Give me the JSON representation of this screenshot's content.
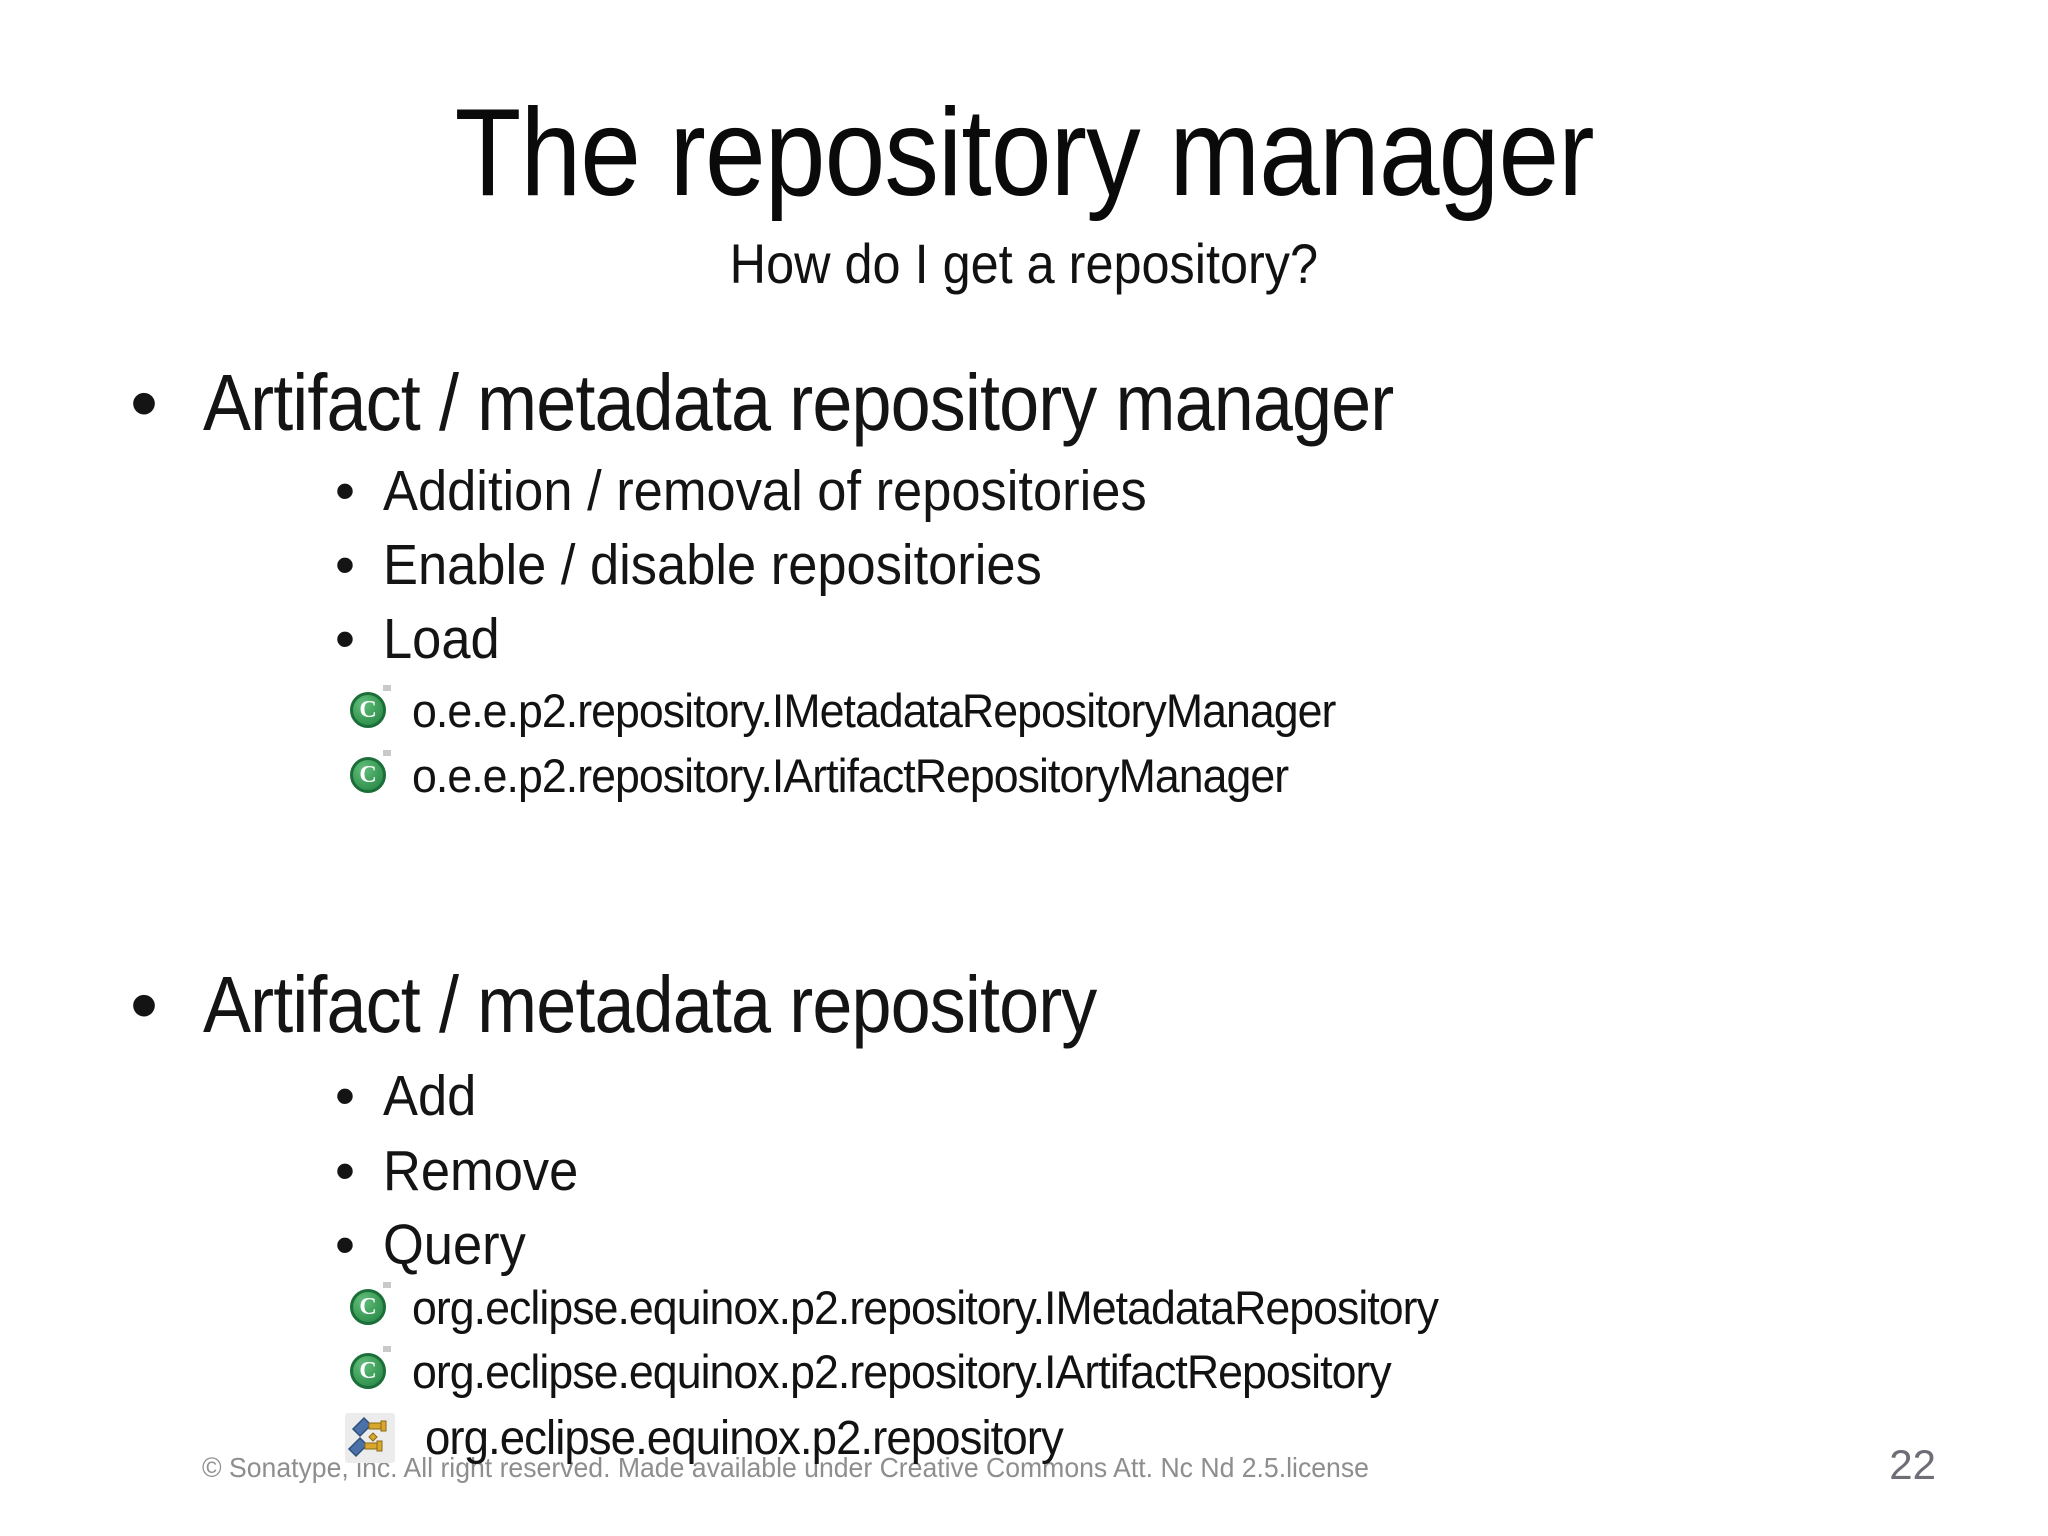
{
  "slide": {
    "title": "The repository manager",
    "subtitle": "How do I get a repository?",
    "bullet_char": "•",
    "class_icon_glyph": "C",
    "sections": [
      {
        "heading": "Artifact / metadata repository manager",
        "items": [
          "Addition / removal of repositories",
          "Enable / disable repositories",
          "Load"
        ],
        "code_refs": [
          {
            "icon": "class-icon",
            "text": "o.e.e.p2.repository.IMetadataRepositoryManager"
          },
          {
            "icon": "class-icon",
            "text": "o.e.e.p2.repository.IArtifactRepositoryManager"
          }
        ]
      },
      {
        "heading": "Artifact / metadata repository",
        "items": [
          "Add",
          "Remove",
          "Query"
        ],
        "code_refs": [
          {
            "icon": "class-icon",
            "text": "org.eclipse.equinox.p2.repository.IMetadataRepository"
          },
          {
            "icon": "class-icon",
            "text": "org.eclipse.equinox.p2.repository.IArtifactRepository"
          },
          {
            "icon": "plugin-icon",
            "text": "org.eclipse.equinox.p2.repository"
          }
        ]
      }
    ],
    "footer": "© Sonatype, inc. All right reserved. Made available under Creative Commons Att. Nc Nd 2.5.license",
    "page_number": "22",
    "colors": {
      "background": "#ffffff",
      "text": "#121212",
      "footer_text": "#8e8e8e",
      "class_icon_green": "#3c9d58",
      "plugin_blue": "#4a72a8",
      "plugin_gold": "#d9a62e"
    }
  }
}
